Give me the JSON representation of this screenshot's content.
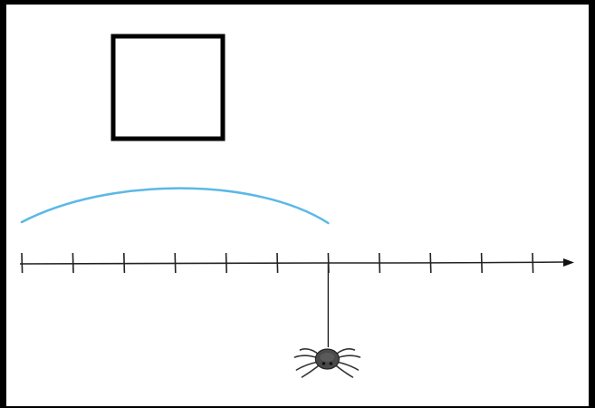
{
  "diagram": {
    "answer_box": {
      "content": ""
    },
    "number_line": {
      "tick_count": 11,
      "has_arrow": true
    },
    "jump_arc": {
      "color": "#5bb8e6",
      "from_tick": 0,
      "to_tick": 6
    },
    "spider": {
      "hangs_from_tick": 6,
      "body_color": "#4a4a4a"
    },
    "colors": {
      "frame": "#000000",
      "line": "#222222",
      "background": "#ffffff"
    }
  }
}
